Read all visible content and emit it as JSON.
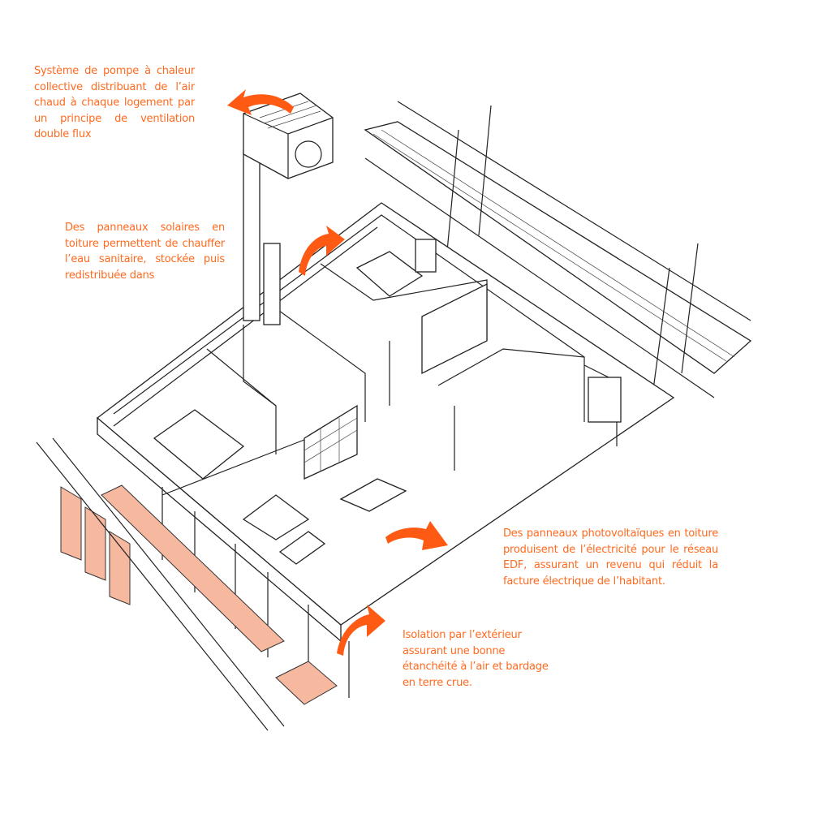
{
  "annotations": {
    "heat_pump": "Système de pompe à chaleur collective distribuant de l’air chaud à chaque logement par un principe de ventilation double flux",
    "solar_panels": "Des panneaux solaires en toiture permettent de chauffer l’eau sanitaire, stockée puis redistribuée dans",
    "photovoltaic": "Des panneaux photovoltaïques en toiture produisent de l’électricité pour le réseau EDF, assurant un revenu qui réduit la facture électrique de l’habitant.",
    "insulation": "Isolation par l’extérieur assurant une bonne étanchéité à l’air et bardage en terre crue."
  },
  "colors": {
    "accent": "#ff5a14",
    "text": "#ff6a1f",
    "deck": "#f7b8a0",
    "line": "#222222"
  }
}
